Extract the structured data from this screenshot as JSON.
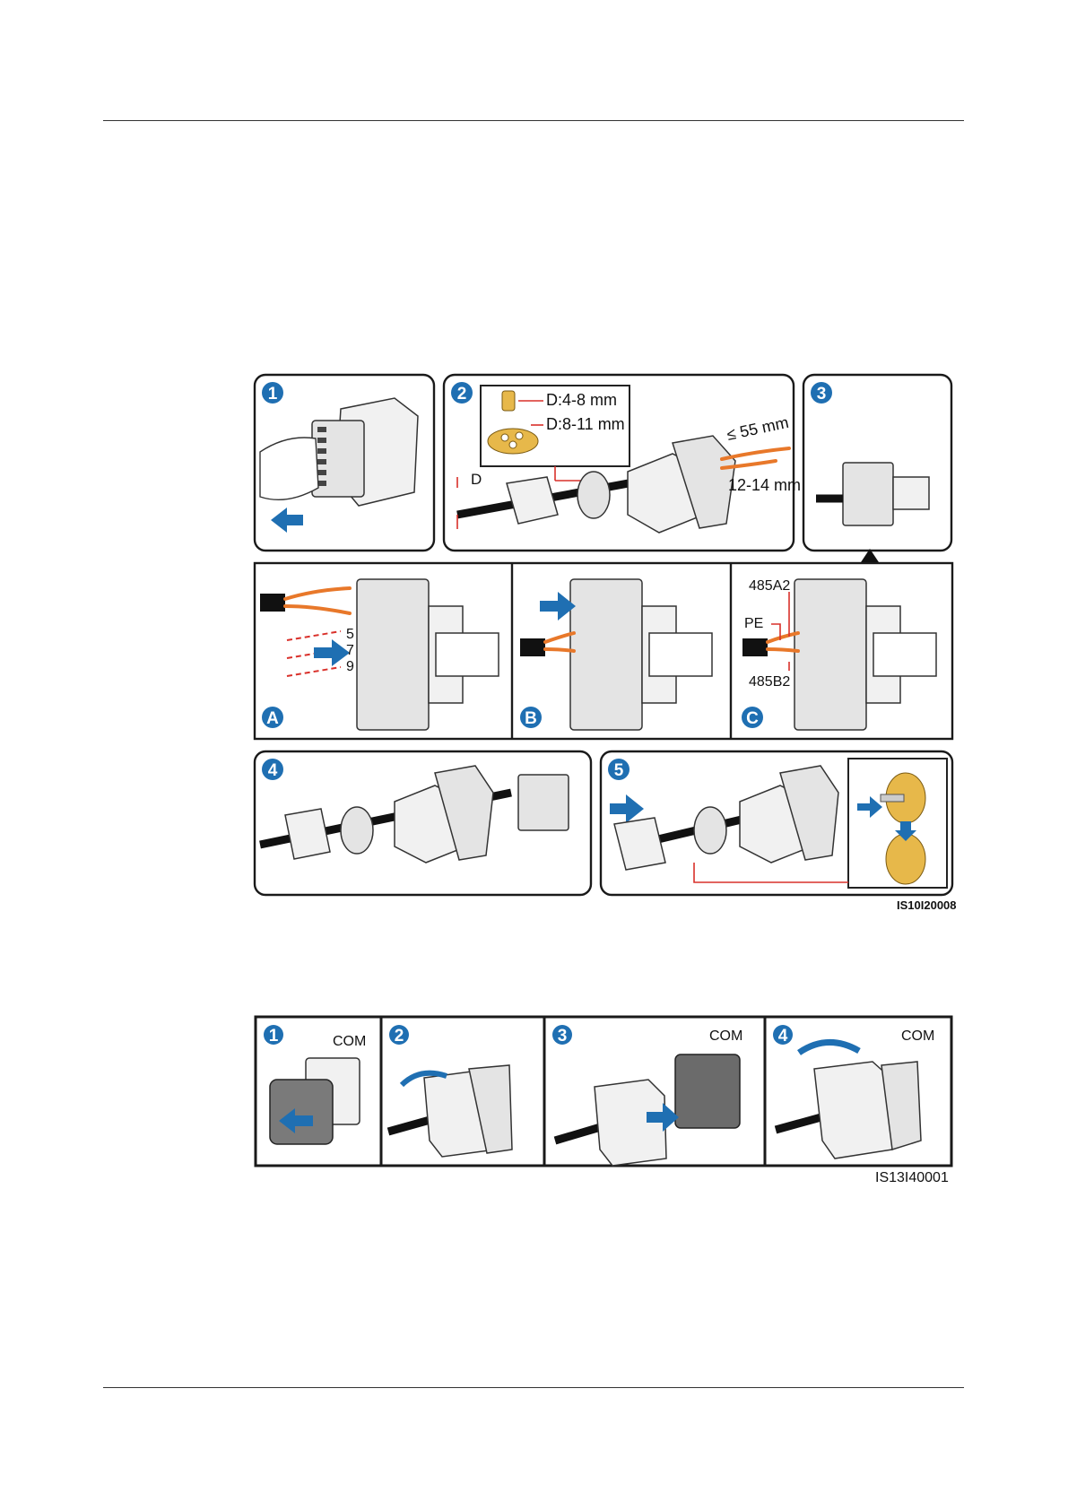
{
  "figure1": {
    "steps": [
      "1",
      "2",
      "3",
      "4",
      "5"
    ],
    "substeps": [
      "A",
      "B",
      "C"
    ],
    "seal_small": "D:4-8 mm",
    "seal_large": "D:8-11 mm",
    "diameter_label": "D",
    "strip_length": "≤ 55 mm",
    "strip_insulation": "12-14 mm",
    "pin_numbers": [
      "5",
      "7",
      "9"
    ],
    "pin_485A2": "485A2",
    "pin_PE": "PE",
    "pin_485B2": "485B2",
    "code": "IS10I20008"
  },
  "figure2": {
    "steps": [
      "1",
      "2",
      "3",
      "4"
    ],
    "port_label": "COM",
    "code": "IS13I40001"
  },
  "colors": {
    "badge": "#1f6fb2",
    "arrow": "#1f6fb2",
    "wire": "#e8782a",
    "dimension": "#d9302a"
  }
}
